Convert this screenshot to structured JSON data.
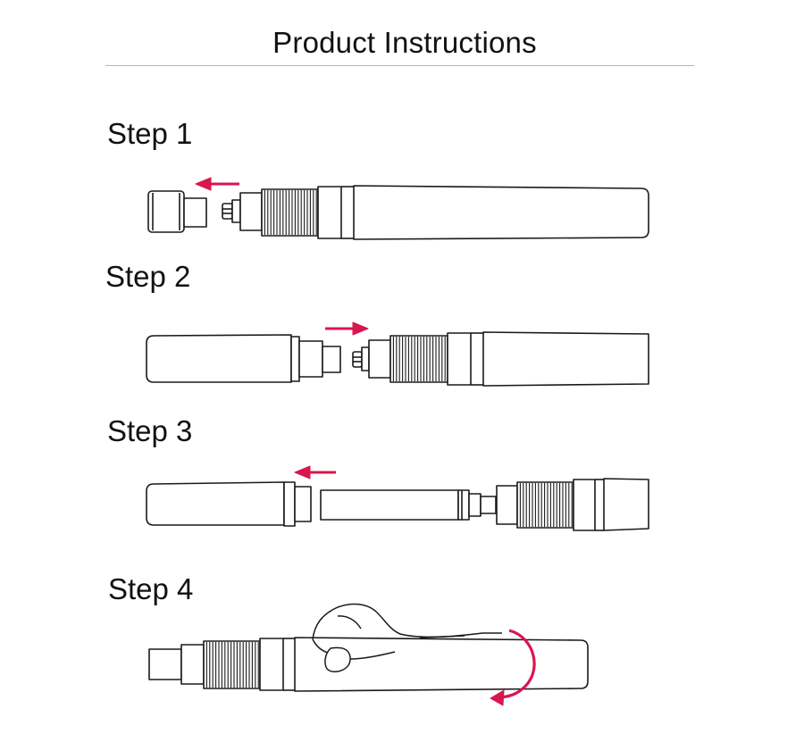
{
  "header": {
    "title": "Product Instructions"
  },
  "steps": [
    {
      "label": "Step 1"
    },
    {
      "label": "Step 2"
    },
    {
      "label": "Step 3"
    },
    {
      "label": "Step 4"
    }
  ],
  "colors": {
    "arrow": "#d8174f",
    "outline": "#1a1a1a",
    "rule": "#b5b5b5"
  },
  "icons": {
    "direction_arrows": "red-direction-arrow-icon",
    "twist": "curved-rotation-arrow-icon",
    "hand": "hand-gripping-icon"
  }
}
